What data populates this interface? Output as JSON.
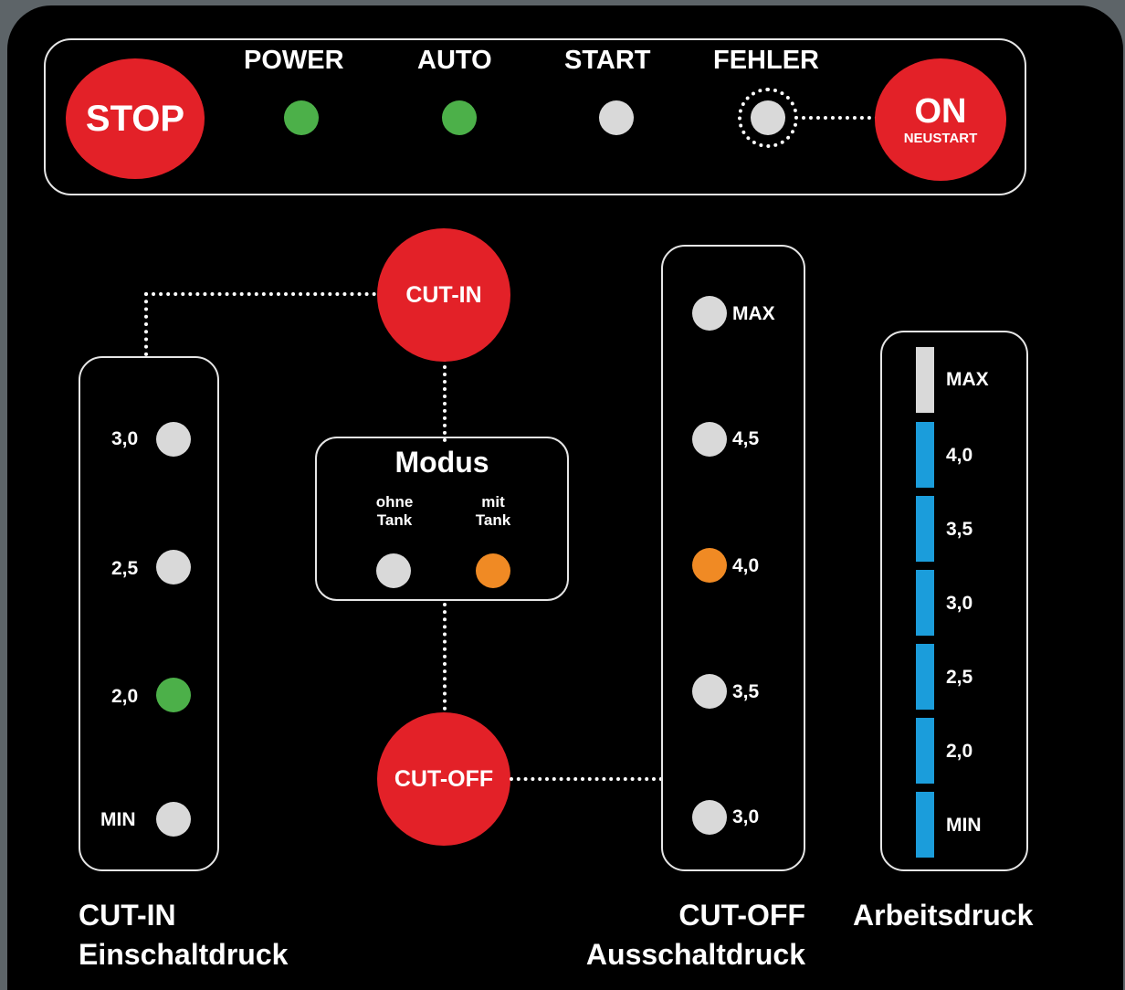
{
  "top": {
    "stop_label": "STOP",
    "on_label": "ON",
    "on_sub": "NEUSTART",
    "indicators": [
      {
        "label": "POWER",
        "state": "on",
        "color": "#4cb049"
      },
      {
        "label": "AUTO",
        "state": "on",
        "color": "#4cb049"
      },
      {
        "label": "START",
        "state": "off",
        "color": "#d9d9d9"
      },
      {
        "label": "FEHLER",
        "state": "off",
        "color": "#d9d9d9"
      }
    ]
  },
  "cut_in": {
    "button_label": "CUT-IN",
    "levels": [
      {
        "label": "3,0",
        "state": "off"
      },
      {
        "label": "2,5",
        "state": "off"
      },
      {
        "label": "2,0",
        "state": "active",
        "color": "#4cb049"
      },
      {
        "label": "MIN",
        "state": "off"
      }
    ],
    "footer_line1": "CUT-IN",
    "footer_line2": "Einschaltdruck"
  },
  "modus": {
    "title": "Modus",
    "options": [
      {
        "label": "ohne\nTank",
        "state": "off"
      },
      {
        "label": "mit\nTank",
        "state": "active",
        "color": "#f08a24"
      }
    ]
  },
  "cut_off": {
    "button_label": "CUT-OFF",
    "levels": [
      {
        "label": "MAX",
        "state": "off"
      },
      {
        "label": "4,5",
        "state": "off"
      },
      {
        "label": "4,0",
        "state": "active",
        "color": "#f08a24"
      },
      {
        "label": "3,5",
        "state": "off"
      },
      {
        "label": "3,0",
        "state": "off"
      }
    ],
    "footer_line1": "CUT-OFF",
    "footer_line2": "Ausschaltdruck"
  },
  "arbeitsdruck": {
    "title": "Arbeitsdruck",
    "levels": [
      {
        "label": "MAX",
        "color": "#d9d9d9"
      },
      {
        "label": "4,0",
        "color": "#1b9ddb"
      },
      {
        "label": "3,5",
        "color": "#1b9ddb"
      },
      {
        "label": "3,0",
        "color": "#1b9ddb"
      },
      {
        "label": "2,5",
        "color": "#1b9ddb"
      },
      {
        "label": "2,0",
        "color": "#1b9ddb"
      },
      {
        "label": "MIN",
        "color": "#1b9ddb"
      }
    ]
  },
  "colors": {
    "led_off": "#d9d9d9",
    "button_red": "#e32128"
  }
}
